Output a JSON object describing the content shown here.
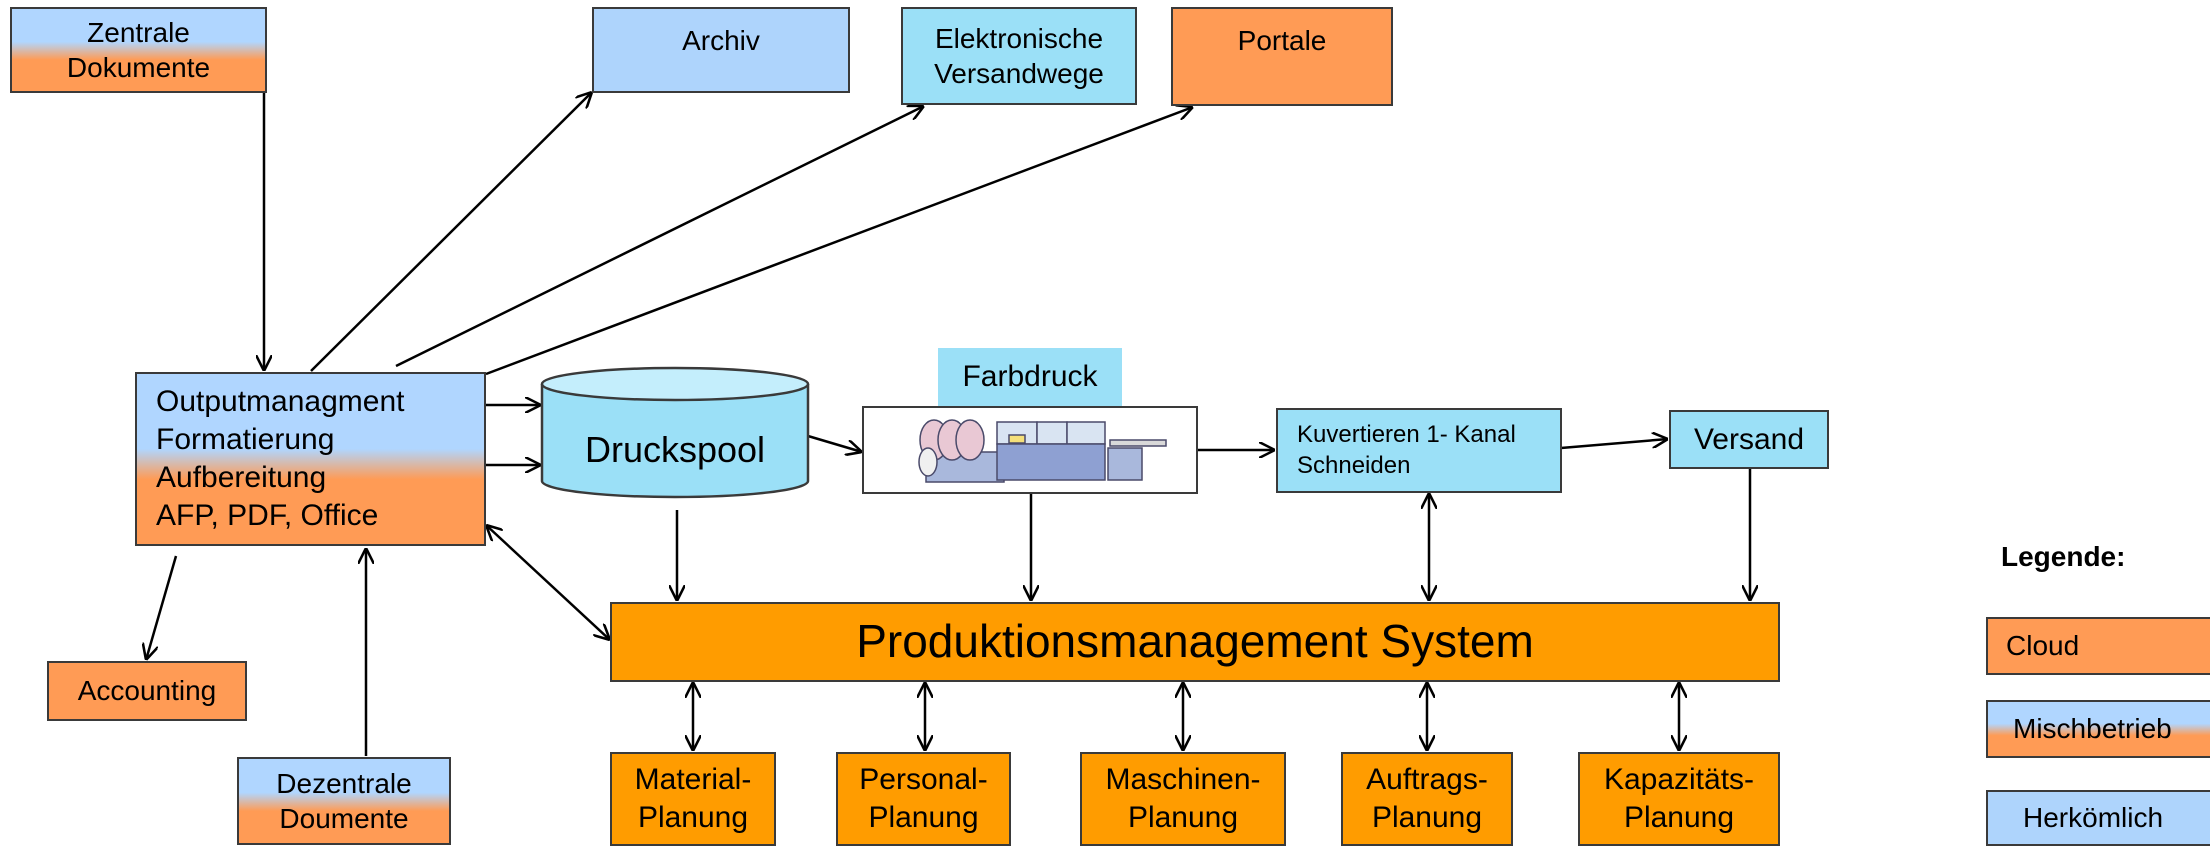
{
  "nodes": {
    "zentrale": [
      "Zentrale",
      "Dokumente"
    ],
    "archiv": "Archiv",
    "elektronisch": [
      "Elektronische",
      "Versandwege"
    ],
    "portale": "Portale",
    "output": [
      "Outputmanagment",
      "Formatierung",
      "Aufbereitung",
      "AFP, PDF, Office"
    ],
    "druckspool": "Druckspool",
    "farbdruck": "Farbdruck",
    "kuvertieren": [
      "Kuvertieren 1- Kanal",
      "Schneiden"
    ],
    "versand": "Versand",
    "accounting": "Accounting",
    "dezentrale": [
      "Dezentrale",
      "Doumente"
    ],
    "pms": "Produktionsmanagement System",
    "material": [
      "Material-",
      "Planung"
    ],
    "personal": [
      "Personal-",
      "Planung"
    ],
    "maschinen": [
      "Maschinen-",
      "Planung"
    ],
    "auftrags": [
      "Auftrags-",
      "Planung"
    ],
    "kapazitaet": [
      "Kapazitäts-",
      "Planung"
    ]
  },
  "legend": {
    "title": "Legende:",
    "cloud": "Cloud",
    "misch": "Mischbetrieb",
    "herk": "Herkömlich"
  },
  "colors": {
    "cloud": "#ff9b55",
    "mixed_top": "#b0d6ff",
    "traditional": "#aed4fc",
    "electronic": "#9be0f7",
    "production": "#ff9c00",
    "arrow": "#000000"
  }
}
